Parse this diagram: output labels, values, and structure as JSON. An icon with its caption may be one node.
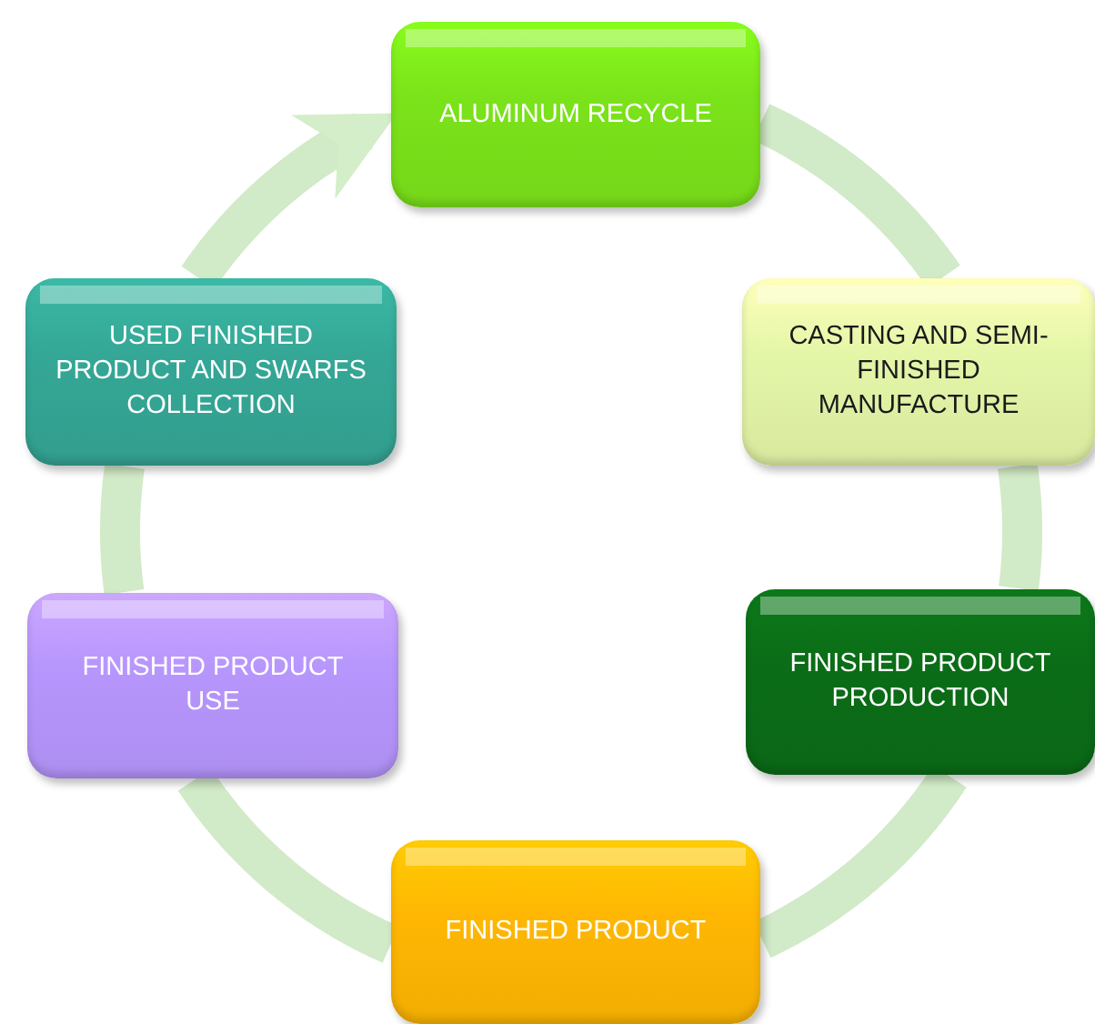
{
  "diagram": {
    "nodes": [
      {
        "text": [
          "ALUMINUM RECYCLE"
        ]
      },
      {
        "text": [
          "CASTING AND SEMI-FINISHED MANUFACTURE"
        ]
      },
      {
        "text": [
          "FINISHED PRODUCT PRODUCTION"
        ]
      },
      {
        "text": [
          "FINISHED PRODUCT"
        ]
      },
      {
        "text": [
          "FINISHED PRODUCT USE"
        ]
      },
      {
        "text": [
          "USED FINISHED PRODUCT AND SWARFS COLLECTION"
        ]
      }
    ],
    "edges": [
      {
        "from": 0,
        "to": 1,
        "arrow": "none"
      },
      {
        "from": 1,
        "to": 2,
        "arrow": "none"
      },
      {
        "from": 2,
        "to": 3,
        "arrow": "none"
      },
      {
        "from": 3,
        "to": 4,
        "arrow": "none"
      },
      {
        "from": 4,
        "to": 5,
        "arrow": "none"
      },
      {
        "from": 5,
        "to": 0,
        "arrow": "to"
      }
    ]
  }
}
